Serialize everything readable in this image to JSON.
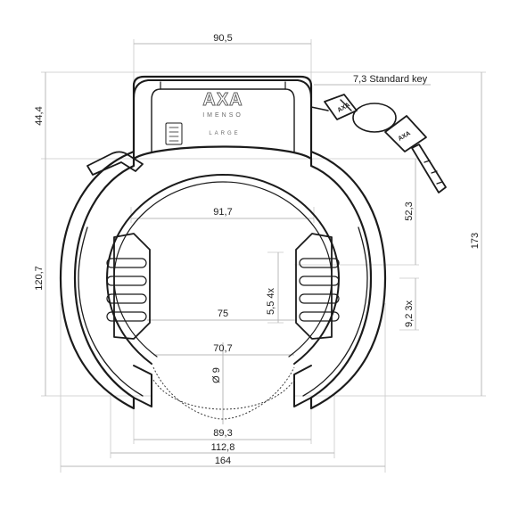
{
  "brand": {
    "logo": "AXA",
    "line": "IMENSO",
    "size": "LARGE"
  },
  "key_note": "7,3 Standard key",
  "dimensions": {
    "top_width": "90,5",
    "header_height": "44,4",
    "total_height": "173",
    "left_height": "120,7",
    "inner_width": "91,7",
    "key_offset": "52,3",
    "bars_spacing": "5,5 4x",
    "slot_spacing": "9,2 3x",
    "mid_width": "75",
    "bolt_width": "70,7",
    "bolt_diameter": "Ø 9",
    "outer_width": "89,3",
    "ring_width": "112,8",
    "total_width": "164"
  }
}
